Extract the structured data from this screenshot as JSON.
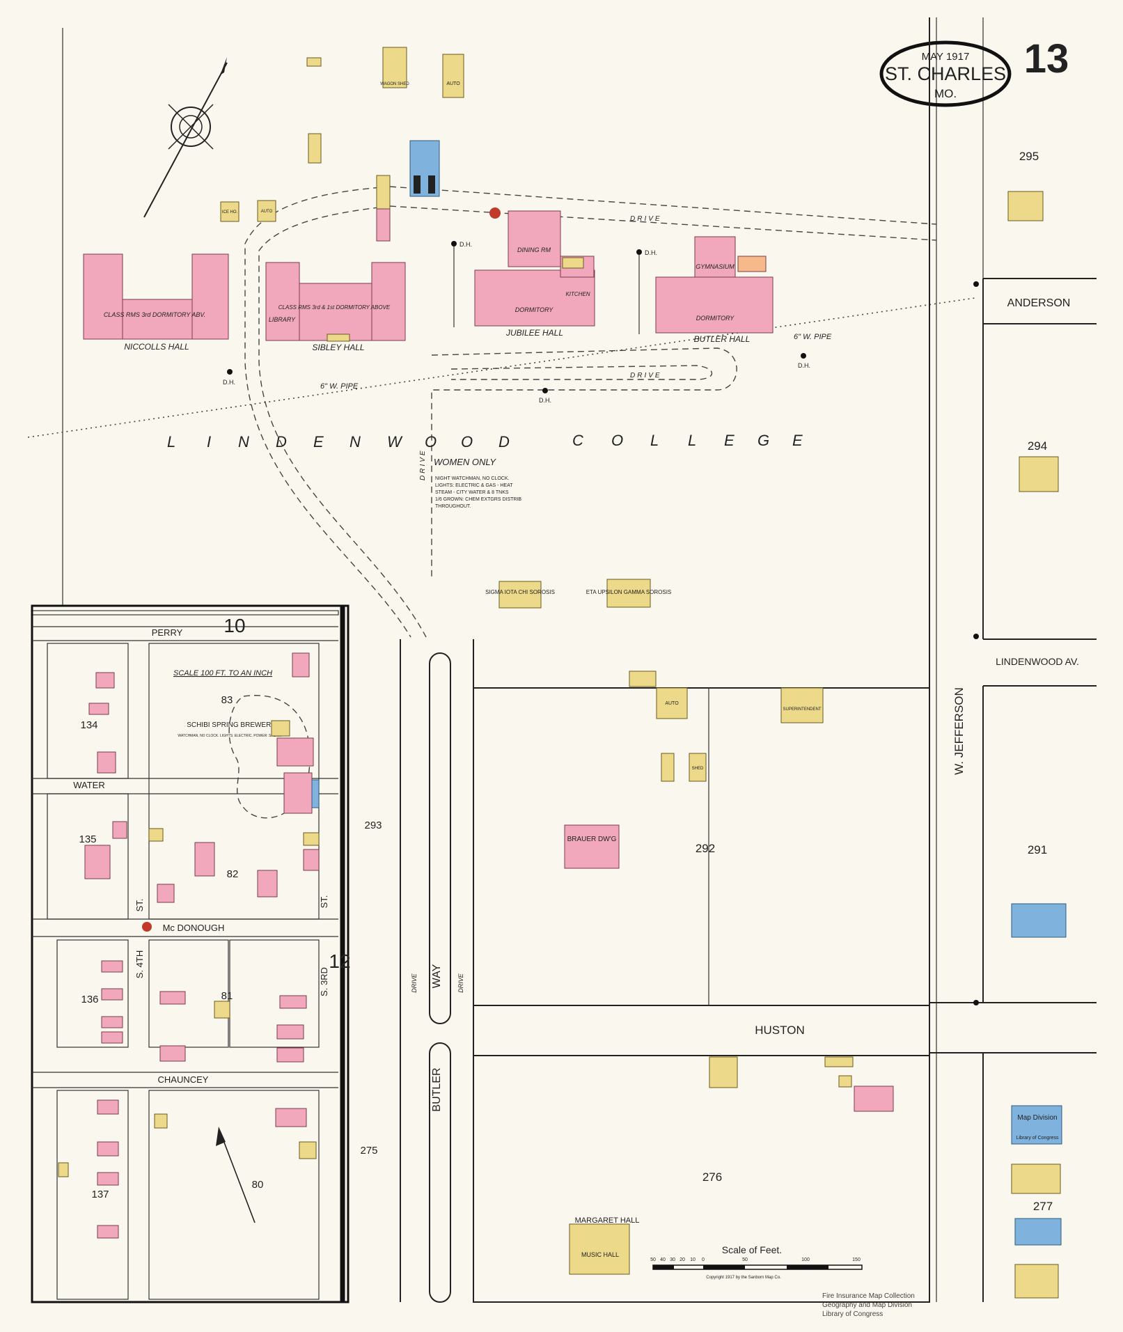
{
  "header": {
    "date": "MAY 1917",
    "city": "ST. CHARLES",
    "state": "MO.",
    "sheet_number": "13"
  },
  "campus": {
    "name_letters": [
      "L",
      "I",
      "N",
      "D",
      "E",
      "N",
      "W",
      "O",
      "O",
      "D",
      "C",
      "O",
      "L",
      "L",
      "E",
      "G",
      "E"
    ],
    "women_only": "WOMEN ONLY",
    "notes": [
      "NIGHT WATCHMAN, NO CLOCK.",
      "LIGHTS: ELECTRIC & GAS - HEAT",
      "STEAM - CITY WATER & 8 TNKS",
      "1/6 GROWN: CHEM EXTGRS DISTRIB",
      "THROUGHOUT."
    ]
  },
  "buildings": {
    "niccolls": "NICCOLLS HALL",
    "niccolls_use": "CLASS RMS 3rd DORMITORY ABV.",
    "sibley": "SIBLEY HALL",
    "sibley_use": "CLASS RMS 3rd & 1st DORMITORY ABOVE",
    "library": "LIBRARY",
    "jubilee": "JUBILEE HALL",
    "dining": "DINING RM",
    "dormitory": "DORMITORY",
    "kitchen": "KITCHEN",
    "butler_hall": "BUTLER HALL",
    "gymnasium": "GYMNASIUM",
    "sigma": "SIGMA IOTA CHI SOROSIS",
    "eta": "ETA UPSILON GAMMA SOROSIS",
    "brauer": "BRAUER DW'G",
    "margaret": "MARGARET HALL",
    "music": "MUSIC HALL",
    "brewery": "SCHIBI SPRING BREWERY",
    "brewery_note": "WATCHMAN, NO CLOCK. LIGHTS: ELECTRIC. POWER: STEAM.",
    "auto": "AUTO",
    "wagon": "WAGON SHED",
    "ice": "ICE HO.",
    "superintendent": "SUPERINTENDENT",
    "shed": "SHED"
  },
  "streets": {
    "perry": "PERRY",
    "water": "WATER",
    "mcdonough": "Mc DONOUGH",
    "chauncey": "CHAUNCEY",
    "s4th": "S. 4TH",
    "s3rd": "S. 3RD",
    "st": "ST.",
    "anderson": "ANDERSON",
    "lindenwood_av": "LINDENWOOD AV.",
    "w_jefferson": "W. JEFFERSON",
    "huston": "HUSTON",
    "butler": "BUTLER",
    "way": "WAY",
    "drive": "DRIVE",
    "dh": "D.H.",
    "water_pipe": "6\" W. PIPE"
  },
  "blocks": {
    "b295": "295",
    "b294": "294",
    "b291": "291",
    "b292": "292",
    "b293": "293",
    "b275": "275",
    "b276": "276",
    "b277": "277",
    "b83": "83",
    "b82": "82",
    "b81": "81",
    "b80": "80",
    "b134": "134",
    "b135": "135",
    "b136": "136",
    "b137": "137",
    "sheet10": "10",
    "sheet12": "12"
  },
  "inset": {
    "scale_note": "SCALE 100 FT. TO AN INCH"
  },
  "scale_bar": {
    "title": "Scale of Feet.",
    "ticks": [
      "50",
      "40",
      "30",
      "20",
      "10",
      "0",
      "50",
      "100",
      "150"
    ],
    "copyright": "Copyright 1917 by the Sanborn Map Co."
  },
  "stamps": {
    "map_division": "Map Division",
    "library_congress": "Library of Congress",
    "watermark": [
      "Fire Insurance Map Collection",
      "Geography and Map Division",
      "Library of Congress"
    ]
  },
  "colors": {
    "brick": "#f1a8bd",
    "frame": "#ecd98a",
    "stone": "#7fb3de",
    "paper": "#faf7ee"
  }
}
